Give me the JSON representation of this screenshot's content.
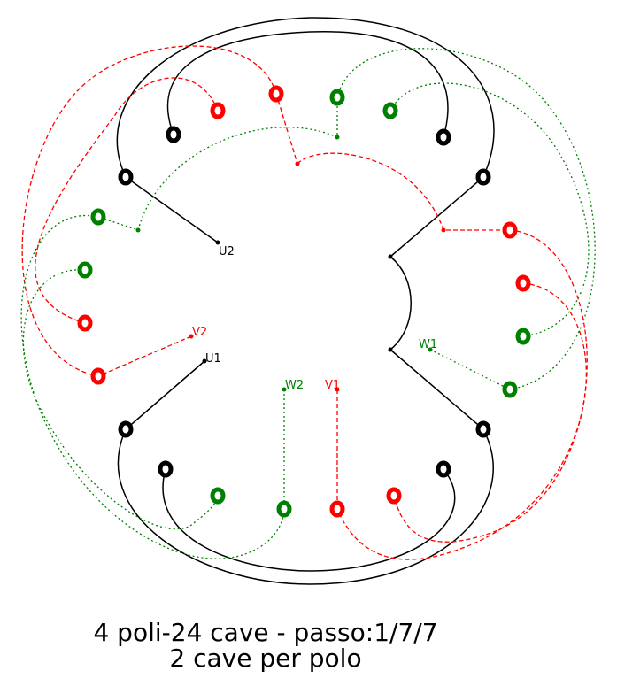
{
  "title_line1": "4 poli-24 cave - passo:1/7/7",
  "title_line2": "2 cave per polo",
  "terminals": {
    "u1": "U1",
    "u2": "U2",
    "v1": "V1",
    "v2": "V2",
    "w1": "W1",
    "w2": "W2"
  },
  "colors": {
    "phase_u": "#000000",
    "phase_v": "#ff0000",
    "phase_w": "#008000"
  }
}
